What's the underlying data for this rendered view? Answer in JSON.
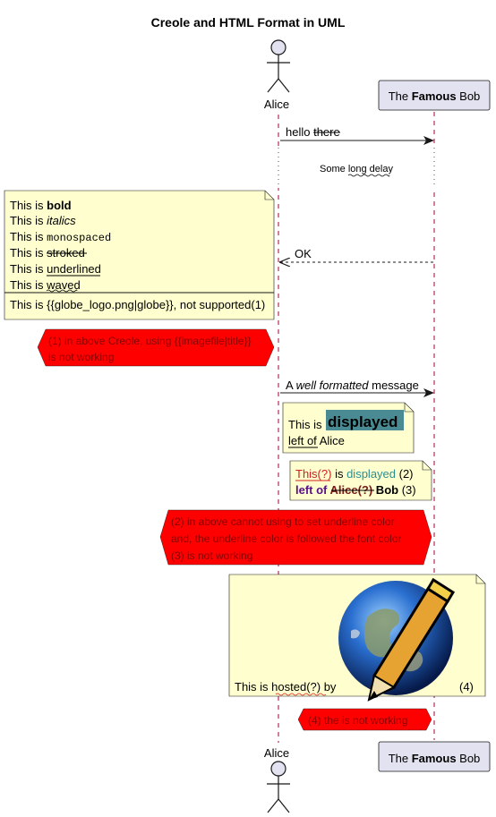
{
  "title": "Creole and HTML Format in UML",
  "participants": {
    "alice": "Alice",
    "bob_pre": "The ",
    "bob_bold": "Famous",
    "bob_post": " Bob"
  },
  "messages": {
    "hello_pre": "hello ",
    "hello_strike": "there",
    "delay_pre": "Some ",
    "delay_wave": "long delay",
    "ok": "OK",
    "well_pre": "A ",
    "well_italic": "well formatted",
    "well_post": " message"
  },
  "note_left": {
    "l1_pre": "This is ",
    "l1_bold": "bold",
    "l2_pre": "This is ",
    "l2_italic": "italics",
    "l3_pre": "This is ",
    "l3_mono": "monospaced",
    "l4_pre": "This is ",
    "l4_strike": "stroked",
    "l5_pre": "This is ",
    "l5_under": "underlined",
    "l6_pre": "This is ",
    "l6_wave": "waved",
    "l7": "This is {{globe_logo.png|globe}}, not supported(1)"
  },
  "hex1": {
    "line1": "(1) in above Creole, using {{imagefile|title}}",
    "line2": "is not working"
  },
  "note_displayed": {
    "pre": "This is ",
    "big": "displayed",
    "l2_under": "left of",
    "l2_post": " Alice"
  },
  "note_right": {
    "this_q": "This(?)",
    "is": " is ",
    "displayed": "displayed",
    "n2": " (2)",
    "left_of": "left of ",
    "alice_q": "Alice(?)",
    "bob": " Bob",
    "n3": " (3)"
  },
  "hex2": {
    "line1": "(2) in above cannot using  to set underline color",
    "line2": "and, the underline color is followed the font color",
    "line3": "(3)  is not working"
  },
  "note_globe": {
    "hosted_pre": "This is ",
    "hosted_link": "hosted(?)",
    "hosted_post": " by",
    "n4": "(4)"
  },
  "hex3": {
    "line1": "(4) the  is not working"
  },
  "colors": {
    "note_fill": "#fefece",
    "participant_fill": "#e2e2f0",
    "hex_fill": "#ff0000",
    "lifeline": "#a80036",
    "teal": "#2a8f8f",
    "purple": "#5a0e8c"
  }
}
